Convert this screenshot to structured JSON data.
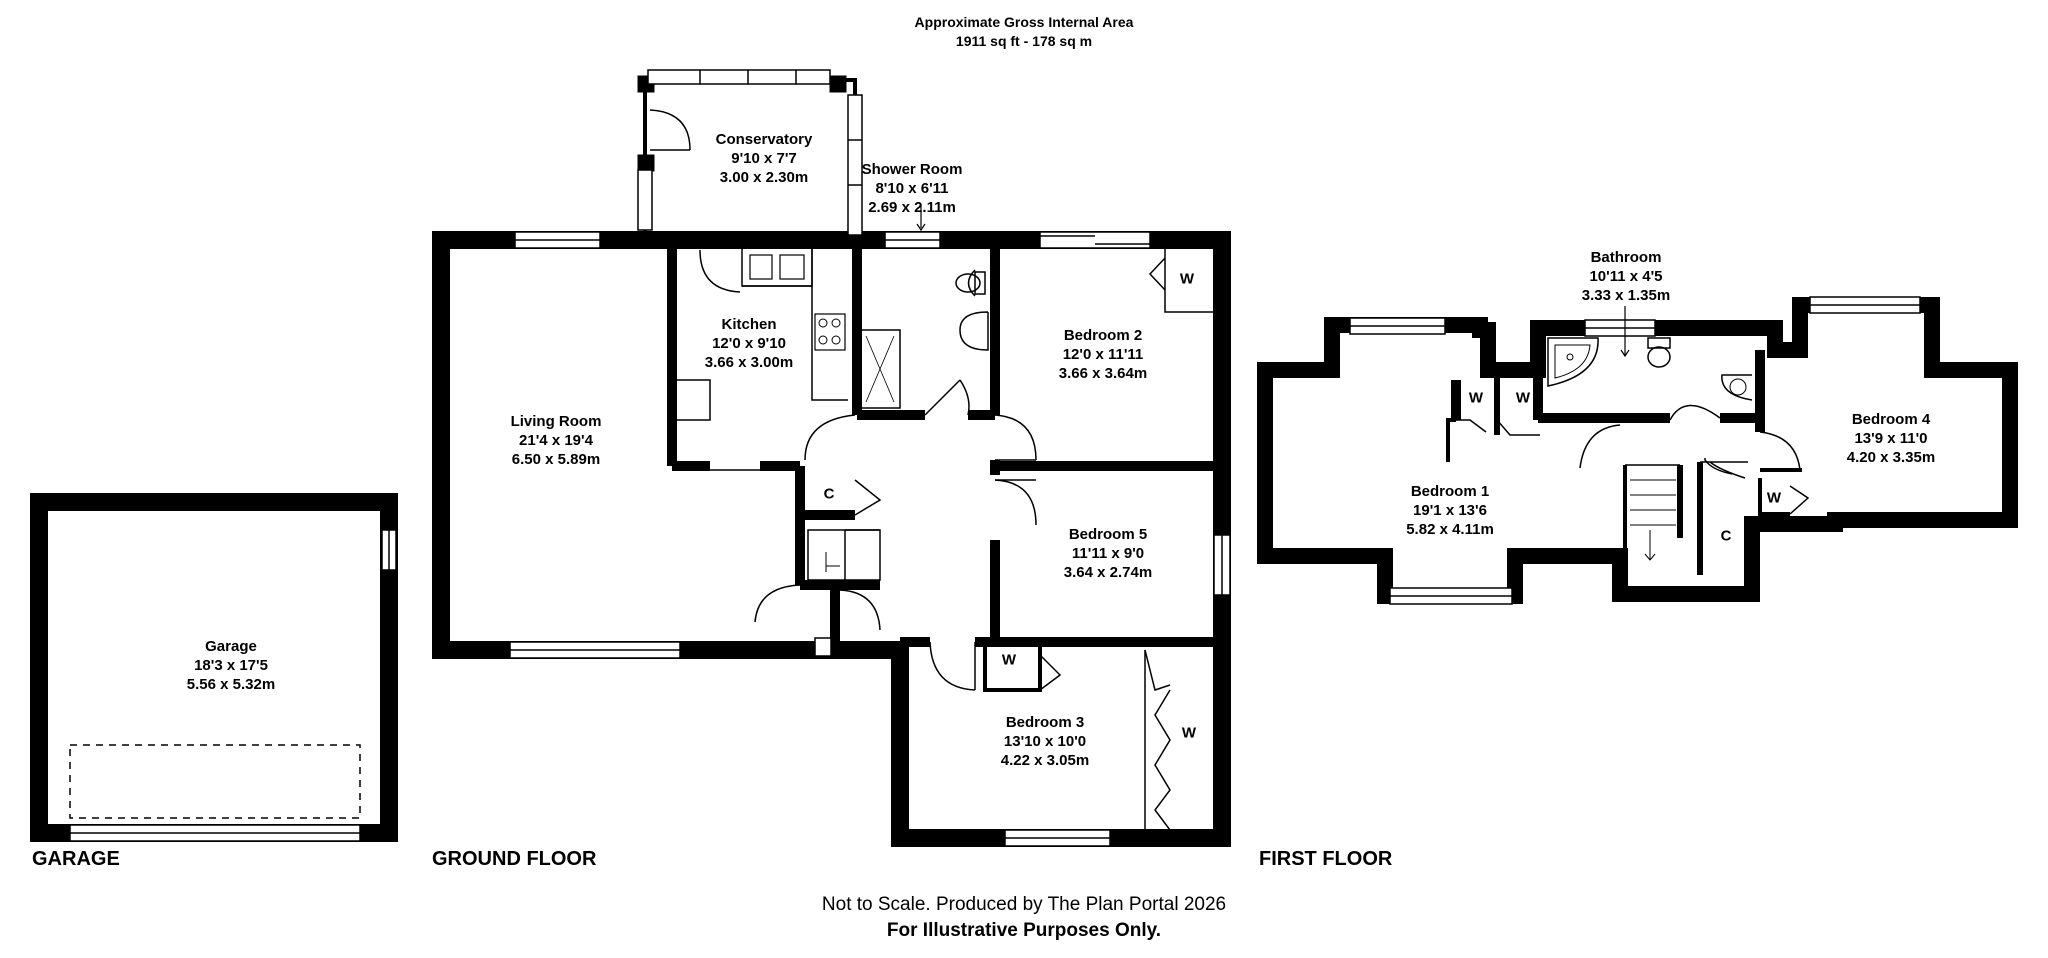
{
  "header": {
    "area_title": "Approximate Gross Internal Area",
    "area_value": "1911 sq ft - 178 sq m"
  },
  "floors": {
    "garage": "GARAGE",
    "ground": "GROUND FLOOR",
    "first": "FIRST FLOOR"
  },
  "rooms": {
    "garage": {
      "name": "Garage",
      "imperial": "18'3 x 17'5",
      "metric": "5.56 x 5.32m"
    },
    "conservatory": {
      "name": "Conservatory",
      "imperial": "9'10 x 7'7",
      "metric": "3.00 x 2.30m"
    },
    "shower": {
      "name": "Shower Room",
      "imperial": "8'10 x 6'11",
      "metric": "2.69 x 2.11m"
    },
    "kitchen": {
      "name": "Kitchen",
      "imperial": "12'0 x 9'10",
      "metric": "3.66 x 3.00m"
    },
    "living": {
      "name": "Living Room",
      "imperial": "21'4 x 19'4",
      "metric": "6.50 x 5.89m"
    },
    "bedroom2": {
      "name": "Bedroom 2",
      "imperial": "12'0 x 11'11",
      "metric": "3.66 x 3.64m"
    },
    "bedroom5": {
      "name": "Bedroom 5",
      "imperial": "11'11 x 9'0",
      "metric": "3.64 x 2.74m"
    },
    "bedroom3": {
      "name": "Bedroom 3",
      "imperial": "13'10 x 10'0",
      "metric": "4.22 x 3.05m"
    },
    "bathroom": {
      "name": "Bathroom",
      "imperial": "10'11 x 4'5",
      "metric": "3.33 x 1.35m"
    },
    "bedroom1": {
      "name": "Bedroom 1",
      "imperial": "19'1 x 13'6",
      "metric": "5.82 x 4.11m"
    },
    "bedroom4": {
      "name": "Bedroom 4",
      "imperial": "13'9 x 11'0",
      "metric": "4.20 x 3.35m"
    }
  },
  "tags": {
    "wardrobe": "W",
    "cupboard": "C"
  },
  "footer": {
    "line1": "Not to Scale. Produced by The Plan Portal 2026",
    "line2": "For Illustrative Purposes Only."
  }
}
